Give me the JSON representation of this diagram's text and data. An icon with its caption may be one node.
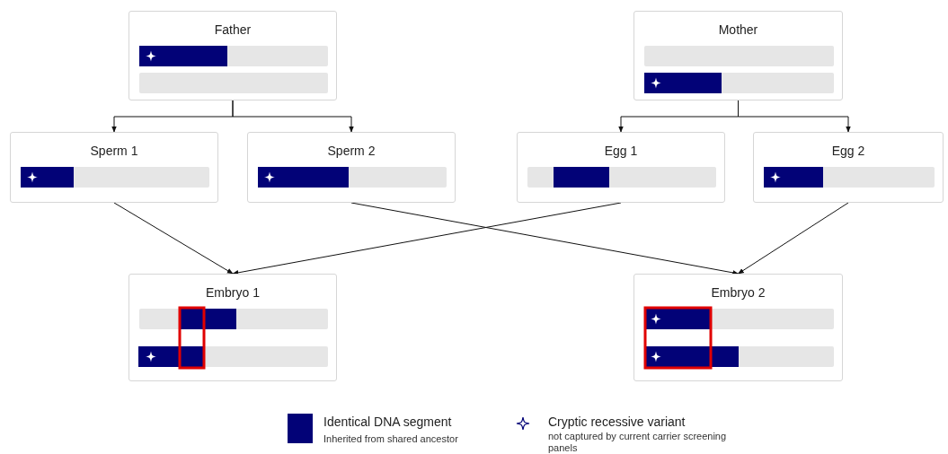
{
  "diagram": {
    "nodes": [
      {
        "text": [
          "Father"
        ]
      },
      {
        "text": [
          "Mother"
        ]
      },
      {
        "text": [
          "Sperm 1"
        ]
      },
      {
        "text": [
          "Sperm 2"
        ]
      },
      {
        "text": [
          "Egg 1"
        ]
      },
      {
        "text": [
          "Egg 2"
        ]
      },
      {
        "text": [
          "Embryo 1"
        ]
      },
      {
        "text": [
          "Embryo 2"
        ]
      }
    ],
    "edges": [
      {
        "from": 0,
        "to": 2,
        "arrow": "to"
      },
      {
        "from": 0,
        "to": 3,
        "arrow": "to"
      },
      {
        "from": 1,
        "to": 4,
        "arrow": "to"
      },
      {
        "from": 1,
        "to": 5,
        "arrow": "to"
      },
      {
        "from": 2,
        "to": 6,
        "arrow": "to"
      },
      {
        "from": 4,
        "to": 6,
        "arrow": "to"
      },
      {
        "from": 3,
        "to": 7,
        "arrow": "to"
      },
      {
        "from": 5,
        "to": 7,
        "arrow": "to"
      }
    ],
    "labels": [
      "Inherited from shared ancestor",
      "not captured by current carrier screening panels"
    ],
    "legend": [
      {
        "text": "Identical DNA segment",
        "color": "#020277"
      },
      {
        "text": "Cryptic recessive variant"
      }
    ]
  }
}
